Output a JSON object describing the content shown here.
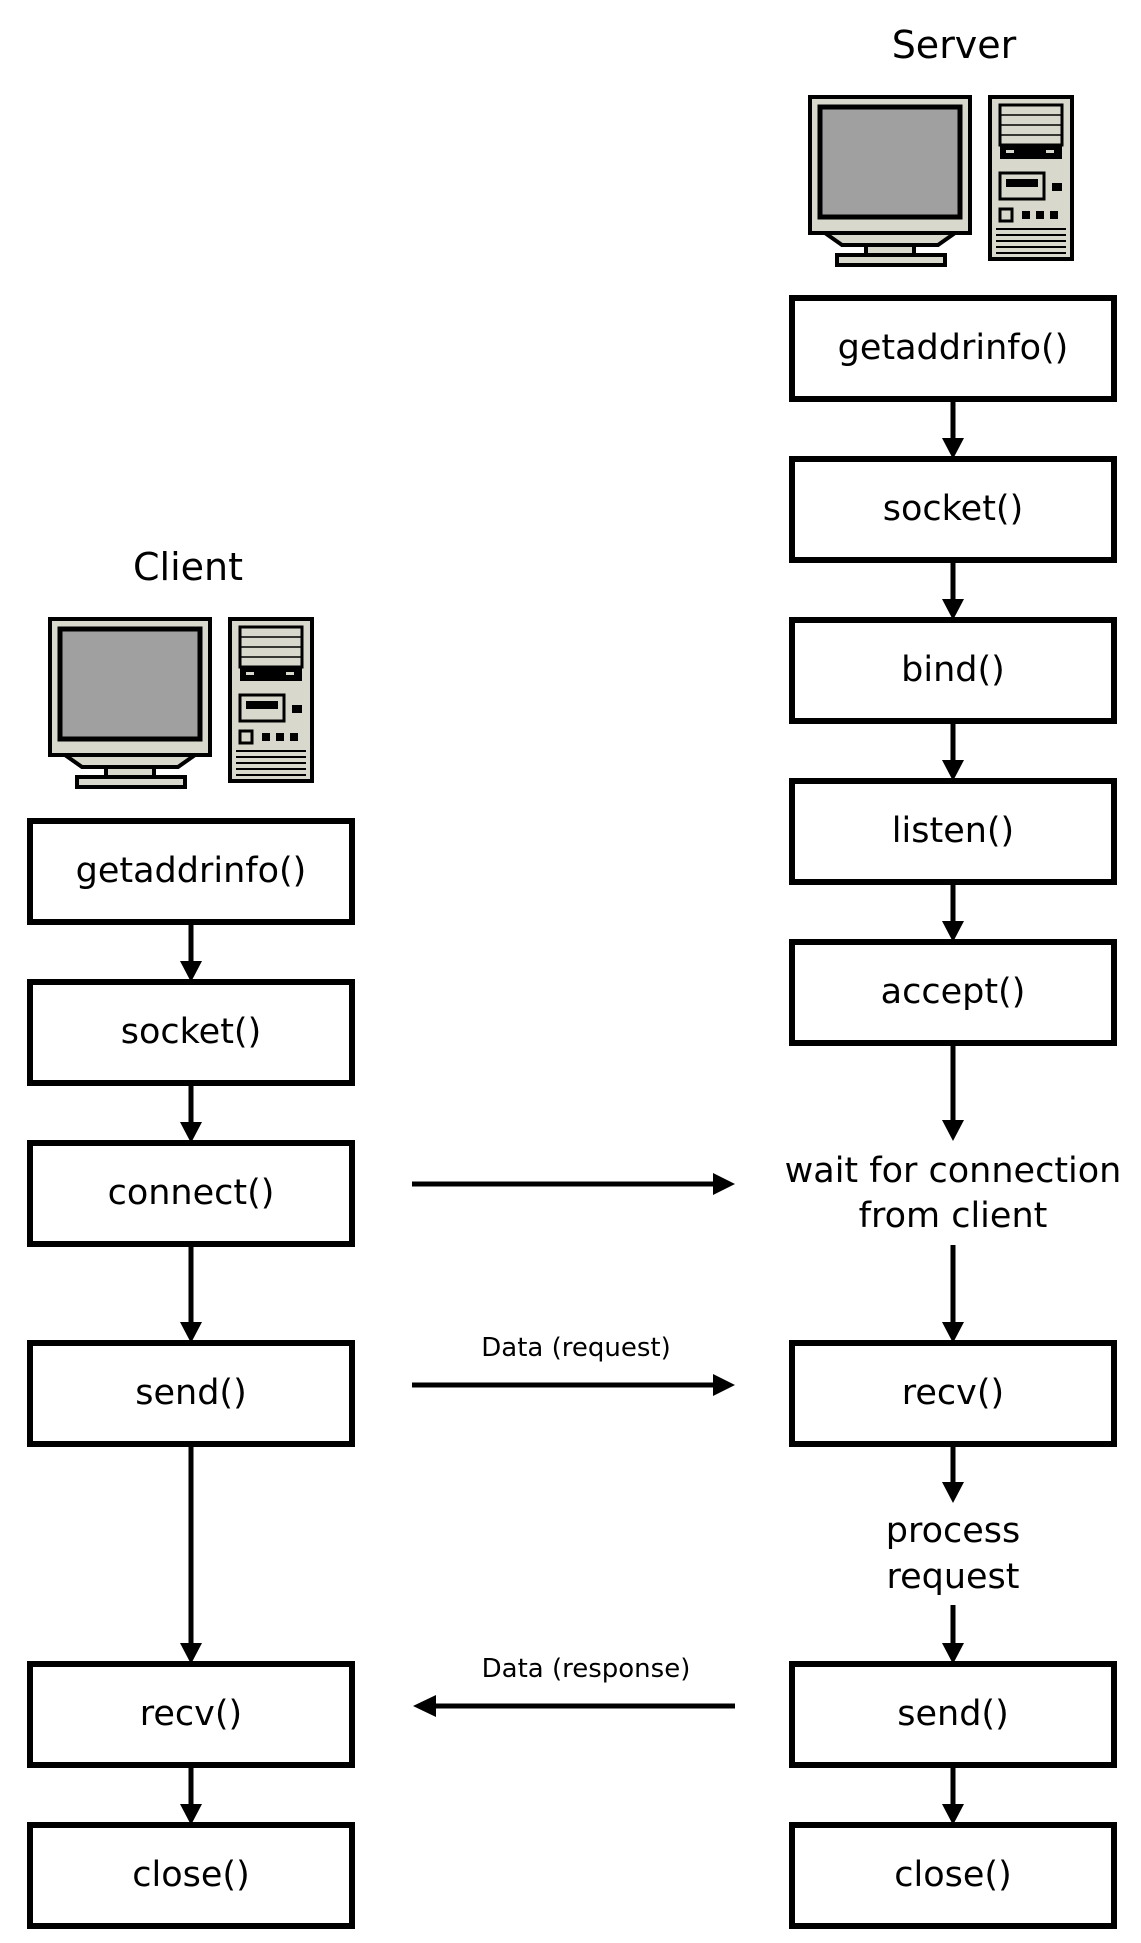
{
  "server": {
    "title": "Server",
    "steps": {
      "getaddrinfo": "getaddrinfo()",
      "socket": "socket()",
      "bind": "bind()",
      "listen": "listen()",
      "accept": "accept()",
      "wait": [
        "wait for connection",
        "from client"
      ],
      "recv": "recv()",
      "process": [
        "process",
        "request"
      ],
      "send": "send()",
      "close": "close()"
    }
  },
  "client": {
    "title": "Client",
    "steps": {
      "getaddrinfo": "getaddrinfo()",
      "socket": "socket()",
      "connect": "connect()",
      "send": "send()",
      "recv": "recv()",
      "close": "close()"
    }
  },
  "messages": {
    "request": "Data (request)",
    "response": "Data (response)"
  },
  "icons": {
    "computer": "desktop-computer-icon",
    "monitor_screen_color": "#a0a0a0",
    "case_color": "#d8d8cc"
  }
}
